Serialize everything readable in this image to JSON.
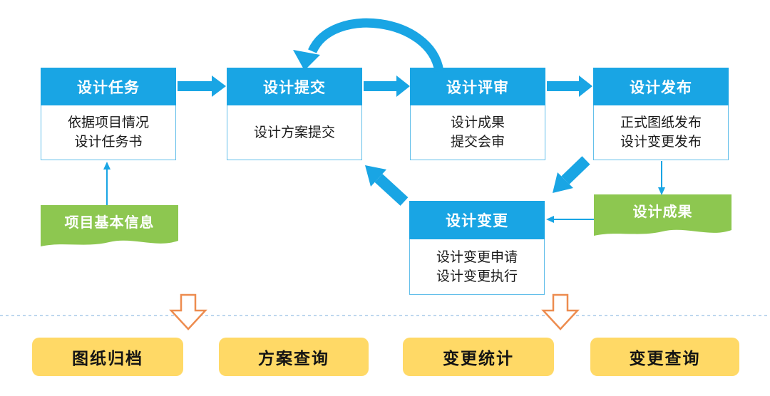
{
  "palette": {
    "process_blue": "#19A5E4",
    "box_border_blue": "#63BFEA",
    "doc_green": "#8DC750",
    "function_yellow": "#FFD966",
    "arrow_orange": "#ED8C4F",
    "divider_blue": "#BDD7EE",
    "header_text": "#FFFFFF",
    "body_text": "#1A1A1A"
  },
  "process_steps": [
    {
      "title": "设计任务",
      "lines": [
        "依据项目情况",
        "设计任务书"
      ]
    },
    {
      "title": "设计提交",
      "lines": [
        "设计方案提交"
      ]
    },
    {
      "title": "设计评审",
      "lines": [
        "设计成果",
        "提交会审"
      ]
    },
    {
      "title": "设计发布",
      "lines": [
        "正式图纸发布",
        "设计变更发布"
      ]
    }
  ],
  "change_step": {
    "title": "设计变更",
    "lines": [
      "设计变更申请",
      "设计变更执行"
    ]
  },
  "documents": [
    {
      "label": "项目基本信息"
    },
    {
      "label": "设计成果"
    }
  ],
  "functions": [
    {
      "label": "图纸归档"
    },
    {
      "label": "方案查询"
    },
    {
      "label": "变更统计"
    },
    {
      "label": "变更查询"
    }
  ]
}
